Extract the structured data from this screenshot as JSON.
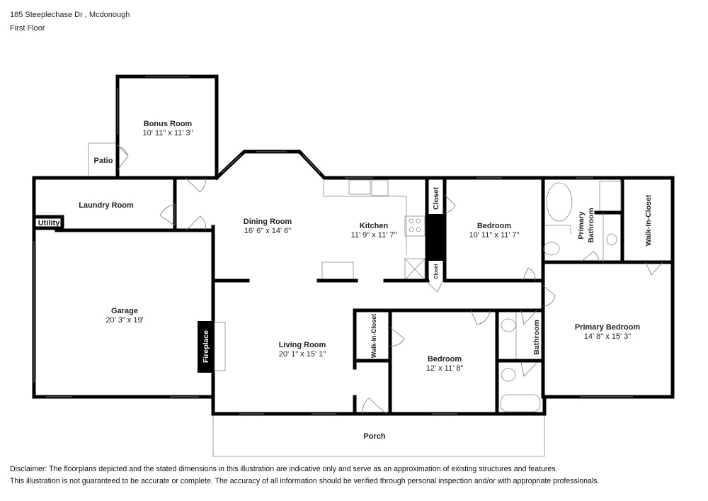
{
  "header": {
    "address": "185 Steeplechase Dr , Mcdonough",
    "floor": "First Floor"
  },
  "rooms": {
    "bonus_room": {
      "name": "Bonus Room",
      "dims": "10' 11\" x 11' 3\""
    },
    "patio": {
      "name": "Patio"
    },
    "laundry_room": {
      "name": "Laundry Room"
    },
    "utility": {
      "name": "Utility"
    },
    "garage": {
      "name": "Garage",
      "dims": "20' 3\" x 19'"
    },
    "fireplace": {
      "name": "Fireplace"
    },
    "dining_room": {
      "name": "Dining Room",
      "dims": "16' 6\" x 14' 6\""
    },
    "kitchen": {
      "name": "Kitchen",
      "dims": "11' 9\" x 11' 7\""
    },
    "closet_kitchen_upper": {
      "name": "Closet"
    },
    "closet_kitchen_lower": {
      "name": "Closet"
    },
    "bedroom_1": {
      "name": "Bedroom",
      "dims": "10' 11\" x 11' 7\""
    },
    "primary_bathroom": {
      "name_line1": "Primary",
      "name_line2": "Bathroom"
    },
    "walk_in_closet_primary": {
      "name": "Walk-In-Closet"
    },
    "living_room": {
      "name": "Living Room",
      "dims": "20' 1\" x 15' 1\""
    },
    "walk_in_closet_bedroom2": {
      "name": "Walk-In-Closet"
    },
    "bedroom_2": {
      "name": "Bedroom",
      "dims": "12' x 11' 8\""
    },
    "bathroom": {
      "name": "Bathroom"
    },
    "primary_bedroom": {
      "name": "Primary Bedroom",
      "dims": "14' 8\" x 15' 3\""
    },
    "porch": {
      "name": "Porch"
    }
  },
  "disclaimer": {
    "line1": "Disclaimer: The floorplans depicted and the stated dimensions in this illustration are indicative only and serve as an approximation of existing structures and features.",
    "line2": "This illustration is not guaranteed to be accurate or complete. The accuracy of all information should be verified through personal inspection and/or with appropriate professionals."
  },
  "colors": {
    "wall": "#000000",
    "background": "#ffffff",
    "fixture_line": "#888888"
  }
}
